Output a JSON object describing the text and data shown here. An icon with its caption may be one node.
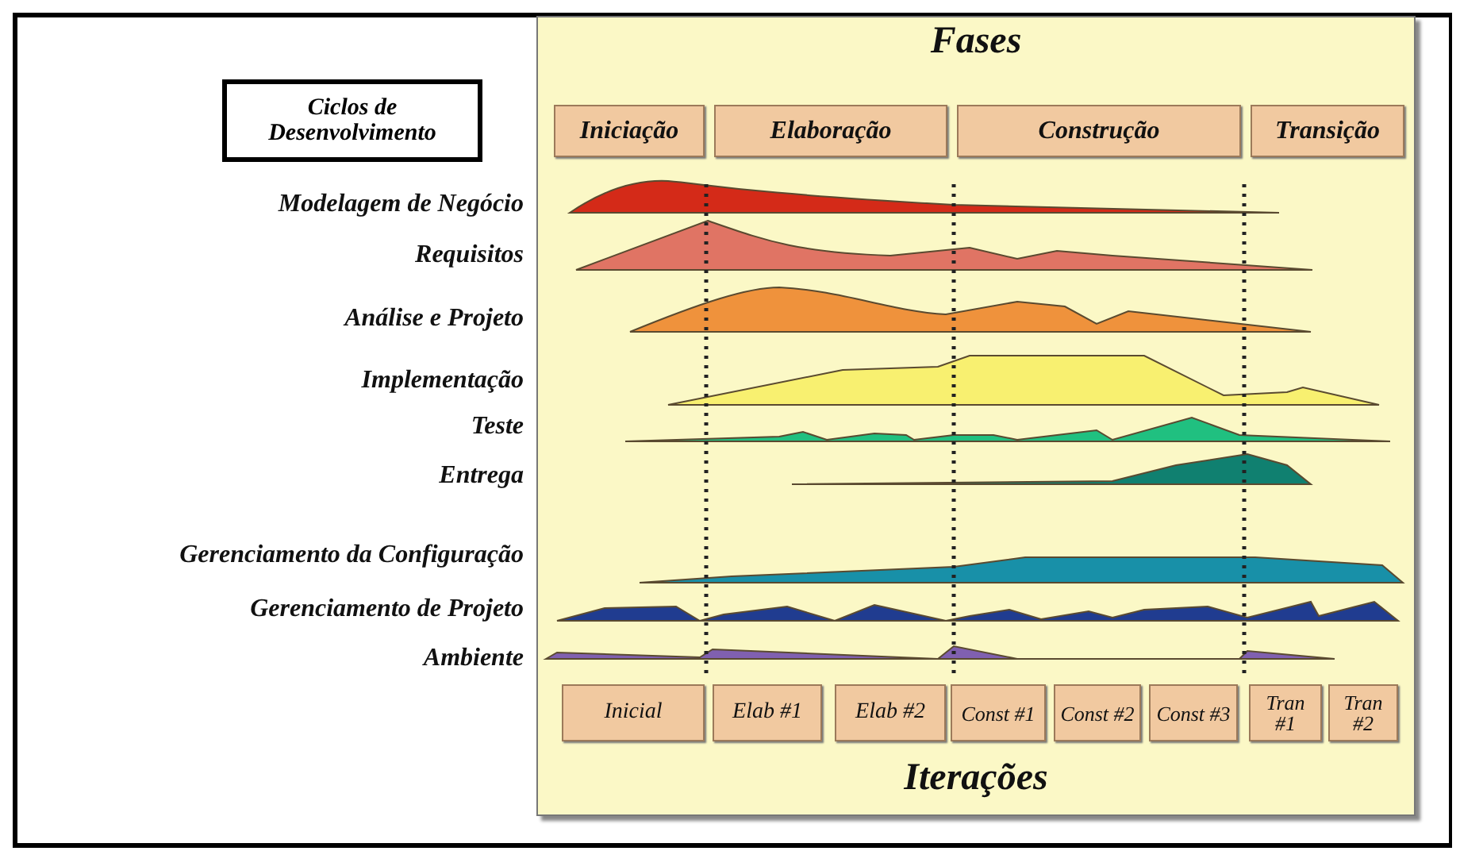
{
  "diagram": {
    "nodes": [
      {
        "text": [
          "Fases",
          "Iterações"
        ]
      },
      {
        "text": [
          "Ciclos de Desenvolvimento"
        ]
      },
      {
        "text": [
          "Iniciação"
        ],
        "in": 0
      },
      {
        "text": [
          "Elaboração"
        ],
        "in": 0
      },
      {
        "text": [
          "Construção"
        ],
        "in": 0
      },
      {
        "text": [
          "Transição"
        ],
        "in": 0
      },
      {
        "text": [
          "Inicial"
        ],
        "in": 0
      },
      {
        "text": [
          "Elab #1"
        ],
        "in": 0
      },
      {
        "text": [
          "Elab #2"
        ],
        "in": 0
      },
      {
        "text": [
          "Const #1"
        ],
        "in": 0
      },
      {
        "text": [
          "Const #2"
        ],
        "in": 0
      },
      {
        "text": [
          "Const #3"
        ],
        "in": 0
      },
      {
        "text": [
          "Tran #1"
        ],
        "in": 0
      },
      {
        "text": [
          "Tran #2"
        ],
        "in": 0
      }
    ],
    "edges": [],
    "labels": [
      "Modelagem de Negócio",
      "Requisitos",
      "Análise e Projeto",
      "Implementação",
      "Teste",
      "Entrega",
      "Gerenciamento da Configuração",
      "Gerenciamento de Projeto",
      "Ambiente"
    ]
  }
}
